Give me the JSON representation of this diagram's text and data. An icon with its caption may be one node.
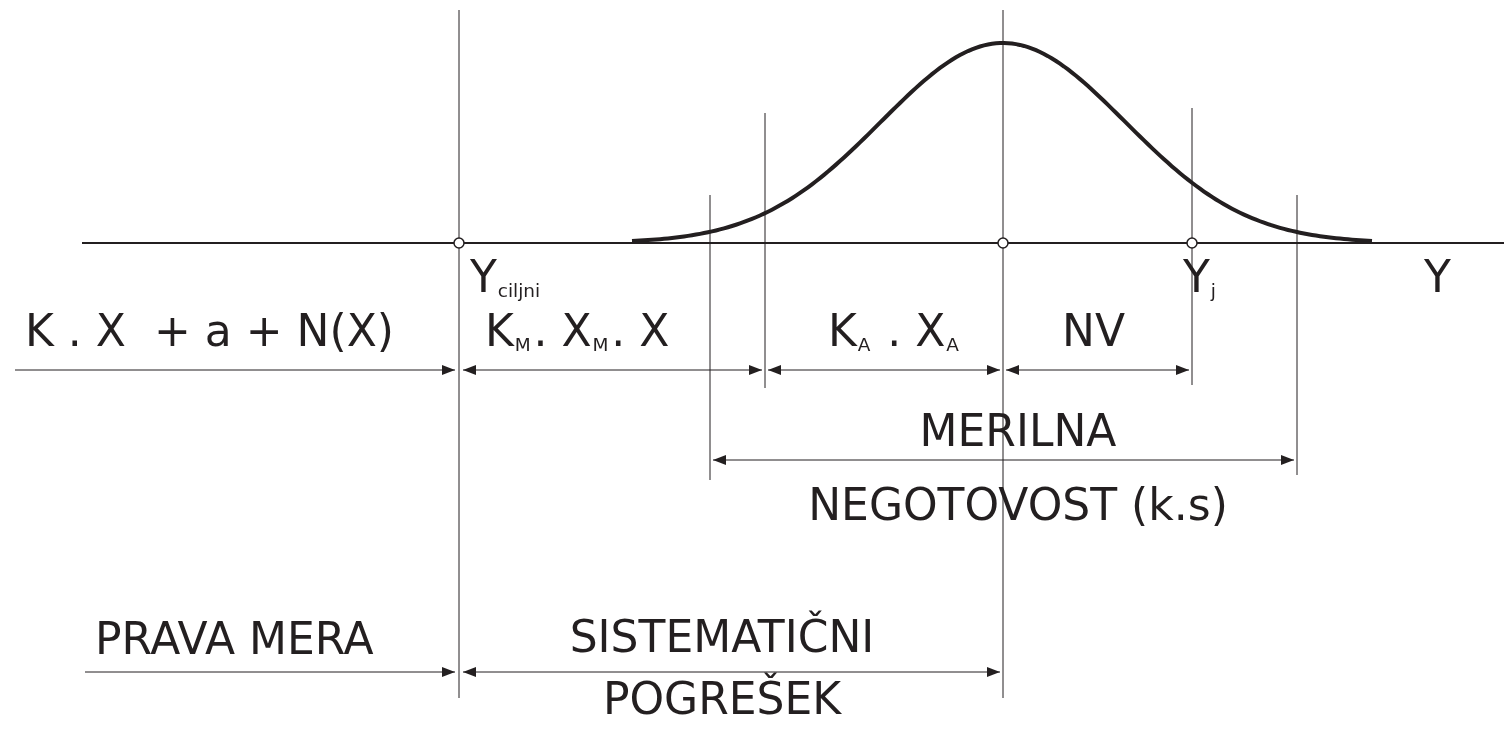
{
  "diagram": {
    "labels": [
      "Y$_{ciljni}$",
      "Y$_{j}$",
      "Y",
      "K . X  + a + N(X)",
      "K$_{M}$. X$_{M}$. X",
      "K$_{A}$ . X$_{A}$",
      "NV",
      "MERILNA NEGOTOVOST (k.s)",
      "PRAVA MERA",
      "SISTEMATIČNI POGREŠEK"
    ]
  }
}
